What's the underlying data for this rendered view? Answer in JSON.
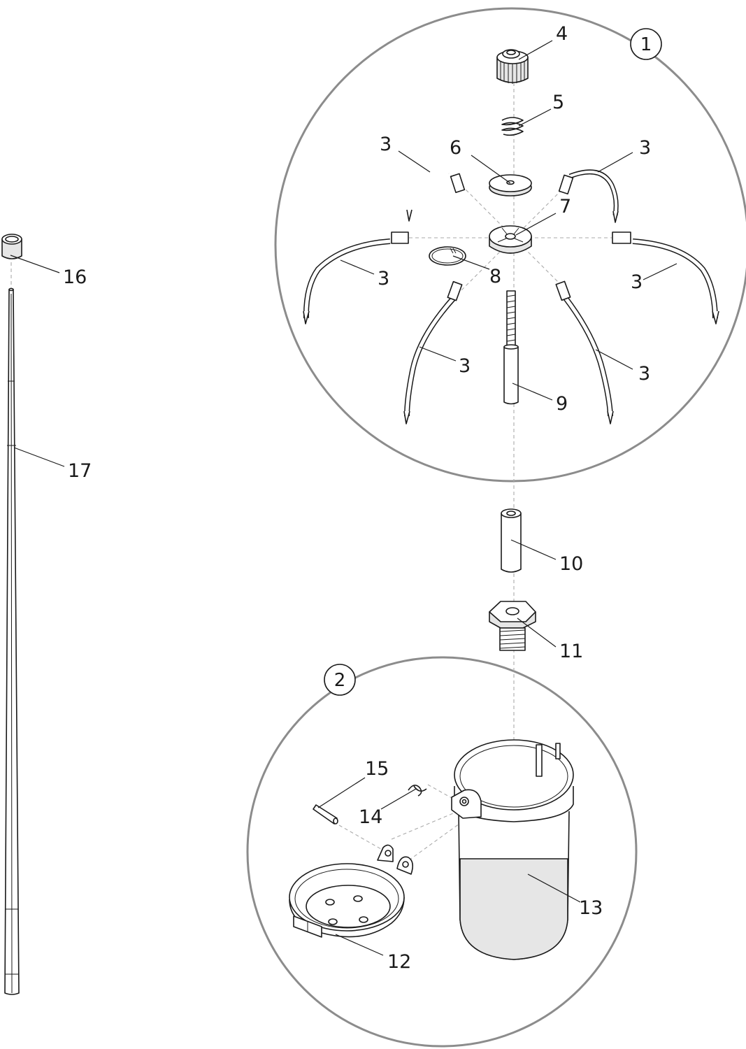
{
  "groups": [
    {
      "id": "1",
      "label": "1"
    },
    {
      "id": "2",
      "label": "2"
    }
  ],
  "callouts": {
    "c3a": "3",
    "c3b": "3",
    "c3c": "3",
    "c3d": "3",
    "c3e": "3",
    "c3f": "3",
    "c4": "4",
    "c5": "5",
    "c6": "6",
    "c7": "7",
    "c8": "8",
    "c9": "9",
    "c10": "10",
    "c11": "11",
    "c12": "12",
    "c13": "13",
    "c14": "14",
    "c15": "15",
    "c16": "16",
    "c17": "17"
  }
}
